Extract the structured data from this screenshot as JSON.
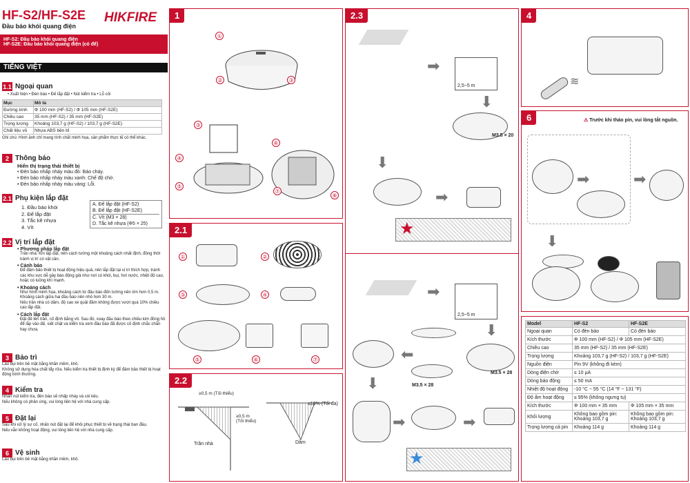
{
  "header": {
    "model": "HF-S2/HF-S2E",
    "subtitle": "Đầu báo khói quang điện",
    "brand": "HIKFIRE",
    "variant1": "HF-S2: Đầu báo khói quang điện",
    "variant2": "HF-S2E: Đầu báo khói quang điện (có đế)",
    "language": "TIẾNG VIỆT"
  },
  "s11": {
    "num": "1.1",
    "title": "Ngoại quan",
    "legend": "• Xuất hiện   • Đèn báo   • Đế lắp đặt   • Nút kiểm tra   • Lỗ cỏi",
    "headers": [
      "Mục",
      "Mô tả"
    ],
    "rows": [
      [
        "Đường kính",
        "Φ 100 mm (HF-S2) / Φ 105 mm (HF-S2E)"
      ],
      [
        "Chiều cao",
        "35 mm (HF-S2) / 35 mm (HF-S2E)"
      ],
      [
        "Trọng lượng",
        "Khoảng 103,7 g (HF-S2) / 103,7 g (HF-S2E)"
      ],
      [
        "Chất liệu vỏ",
        "Nhựa ABS bền bỉ"
      ]
    ],
    "note": "Ghi chú: Hình ảnh chỉ mang tính chất minh họa, sản phẩm thực tế có thể khác."
  },
  "s2": {
    "num": "2",
    "title": "Thông báo",
    "sub": "Hiển thị trạng thái thiết bị",
    "items": [
      "• Đèn báo nhấp nháy màu đỏ: Báo cháy.",
      "• Đèn báo nhấp nháy màu xanh: Chế độ chờ.",
      "• Đèn báo nhấp nháy màu vàng: Lỗi."
    ]
  },
  "s21": {
    "num": "2.1",
    "title": "Phụ kiện lắp đặt",
    "list": [
      "1. Đầu báo khói",
      "2. Đế lắp đặt",
      "3. Tắc kê nhựa",
      "4. Vít"
    ],
    "box": [
      "A. Đế lắp đặt (HF-S2)",
      "B. Đế lắp đặt (HF-S2E)",
      "C. Vít (M3 × 28)",
      "D. Tắc kê nhựa (Φ5 × 25)"
    ]
  },
  "s22": {
    "num": "2.2",
    "title": "Vị trí lắp đặt",
    "b1": "• Phương pháp lắp đặt",
    "b1t": "Trần nhà: Khi lắp đặt, nên cách tường một khoảng cách nhất định, đồng thời tránh vị trí có vật cản.",
    "b2": "• Cảnh báo",
    "b2t": "Để đảm bảo thiết bị hoạt động hiệu quả, nên lắp đặt tại vị trí thích hợp, tránh các khu vực dễ gây báo động giả như nơi có khói, bụi, hơi nước, nhiệt độ cao, hoặc có luồng khí mạnh.",
    "b3": "• Khoảng cách",
    "b3t": "Như hình minh họa, khoảng cách từ đầu báo đến tường nên lớn hơn 0,5 m.",
    "b3t2": "Khoảng cách giữa hai đầu báo nên nhỏ hơn 30 m.",
    "b3t3": "Nếu trần nhà có dầm, độ cao xe quãi đầm không được vượt quá 10% chiều cao lắp đặt.",
    "b4": "• Cách lắp đặt",
    "b4t": "Đặt đế lên trần, cố định bằng vít. Sau đó, xoay đầu báo theo chiều kim đồng hồ để lắp vào đế, siết chặt và kiểm tra xem đầu báo đã được cố định chắc chắn hay chưa."
  },
  "s3": {
    "num": "3",
    "title": "Bảo trì",
    "t": "Lau bụi trên bề mặt bằng khăn mềm, khô.",
    "t2": "Không sử dụng hóa chất tẩy rửa. Nếu kiểm tra thiết bị định kỳ để đảm bảo thiết bị hoạt động bình thường."
  },
  "s4": {
    "num": "4",
    "title": "Kiểm tra",
    "t": "Nhấn nút kiểm tra, đèn báo sẽ nhấp nháy và còi kêu.",
    "t2": "Nếu không có phản ứng, vui lòng liên hệ với nhà cung cấp."
  },
  "s5": {
    "num": "5",
    "title": "Đặt lại",
    "t": "Sau khi xử lý sự cố, nhấn nút đặt lại để khôi phục thiết bị về trạng thái ban đầu.",
    "t2": "Nếu vẫn không hoạt động, vui lòng liên hệ với nhà cung cấp."
  },
  "s6": {
    "num": "6",
    "title": "Vệ sinh",
    "t": "Lau bụi trên bề mặt bằng khăn mềm, khô."
  },
  "p1": {
    "badge": "1",
    "n": [
      "①",
      "②",
      "③",
      "③",
      "④",
      "⑤",
      "⑥",
      "⑦",
      "⑧"
    ]
  },
  "p21": {
    "badge": "2.1",
    "n": [
      "①",
      "②",
      "③",
      "④",
      "⑤",
      "⑥",
      "⑦"
    ]
  },
  "p22": {
    "badge": "2.2",
    "l1": "≥0,5 m (Tối thiểu)",
    "l2": "≥0,5 m (Tối thiểu)",
    "l3": "Trần nhà",
    "l4": "≤10% (Tối đa)",
    "l5": "Dầm"
  },
  "p23": {
    "badge": "2.3",
    "dist1": "2,5~5 m",
    "screw1": "M3.5 × 20",
    "dist2": "2,5~5 m",
    "screw2": "M3.5 × 28",
    "screw3": "M3.5 × 28"
  },
  "p4": {
    "badge": "4"
  },
  "p6": {
    "badge": "6",
    "warning": "Trước khi tháo pin, vui lòng tắt nguồn."
  },
  "specs": {
    "headers": [
      "Model",
      "HF-S2",
      "HF-S2E"
    ],
    "rows": [
      [
        "Ngoại quan",
        "Có đèn báo",
        "Có đèn báo"
      ],
      [
        "Kích thước",
        "Φ 100 mm (HF-S2) / Φ 105 mm (HF-S2E)",
        ""
      ],
      [
        "Chiều cao",
        "35 mm (HF-S2) / 35 mm (HF-S2E)",
        ""
      ],
      [
        "Trọng lượng",
        "Khoảng 103,7 g (HF-S2) / 103,7 g (HF-S2E)",
        ""
      ],
      [
        "Nguồn điện",
        "Pin 9V (không đi kèm)",
        ""
      ],
      [
        "Dòng điện chờ",
        "≤ 10 µA",
        ""
      ],
      [
        "Dòng báo động",
        "≤ 50 mA",
        ""
      ],
      [
        "Nhiệt độ hoạt động",
        "-10 °C ~ 55 °C (14 °F ~ 131 °F)",
        ""
      ],
      [
        "Độ ẩm hoạt động",
        "≤ 95% (không ngưng tụ)",
        ""
      ],
      [
        "Kích thước",
        "Φ 100 mm × 35 mm",
        "Φ 105 mm × 35 mm"
      ],
      [
        "Khối lượng",
        "Không bao gồm pin: Khoảng 103,7 g",
        "Không bao gồm pin: Khoảng 103,7 g"
      ],
      [
        "Trọng lượng cả pin",
        "Khoảng 114 g",
        "Khoảng 114 g"
      ]
    ]
  },
  "colors": {
    "accent": "#c8102e"
  }
}
